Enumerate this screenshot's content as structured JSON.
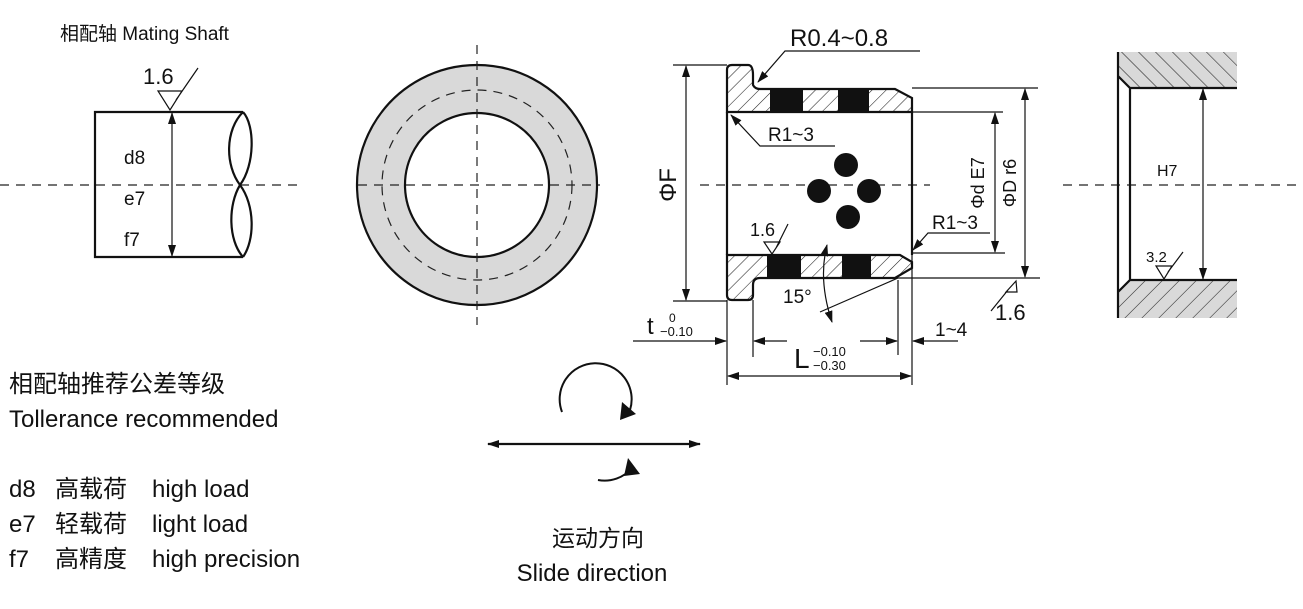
{
  "mating_shaft": {
    "title": "相配轴  Mating Shaft",
    "roughness": "1.6",
    "fits": [
      "d8",
      "e7",
      "f7"
    ]
  },
  "bushing": {
    "flange_radius": "R0.4~0.8",
    "inner_radius_top": "R1~3",
    "inner_radius_bottom": "R1~3",
    "flange_diameter": "ΦF",
    "inner_diameter": "Φd E7",
    "outer_diameter": "ΦD r6",
    "roughness_inner": "1.6",
    "roughness_outer": "1.6",
    "chamfer_angle": "15°",
    "flange_thickness": "t",
    "flange_tol_upper": "0",
    "flange_tol_lower": "−0.10",
    "length": "L",
    "length_tol_upper": "−0.10",
    "length_tol_lower": "−0.30",
    "chamfer_length": "1~4"
  },
  "housing": {
    "fit": "H7",
    "roughness": "3.2"
  },
  "recommendation": {
    "title_cn": "相配轴推荐公差等级",
    "title_en": "Tollerance recommended",
    "items": [
      {
        "code": "d8",
        "cn": "高载荷",
        "en": "high load"
      },
      {
        "code": "e7",
        "cn": "轻载荷",
        "en": "light load"
      },
      {
        "code": "f7",
        "cn": "高精度",
        "en": "high precision"
      }
    ]
  },
  "motion": {
    "label_cn": "运动方向",
    "label_en": "Slide direction"
  },
  "colors": {
    "ring_fill": "#d9d9d9",
    "housing_fill": "#d9d9d9",
    "ink": "#111111"
  }
}
